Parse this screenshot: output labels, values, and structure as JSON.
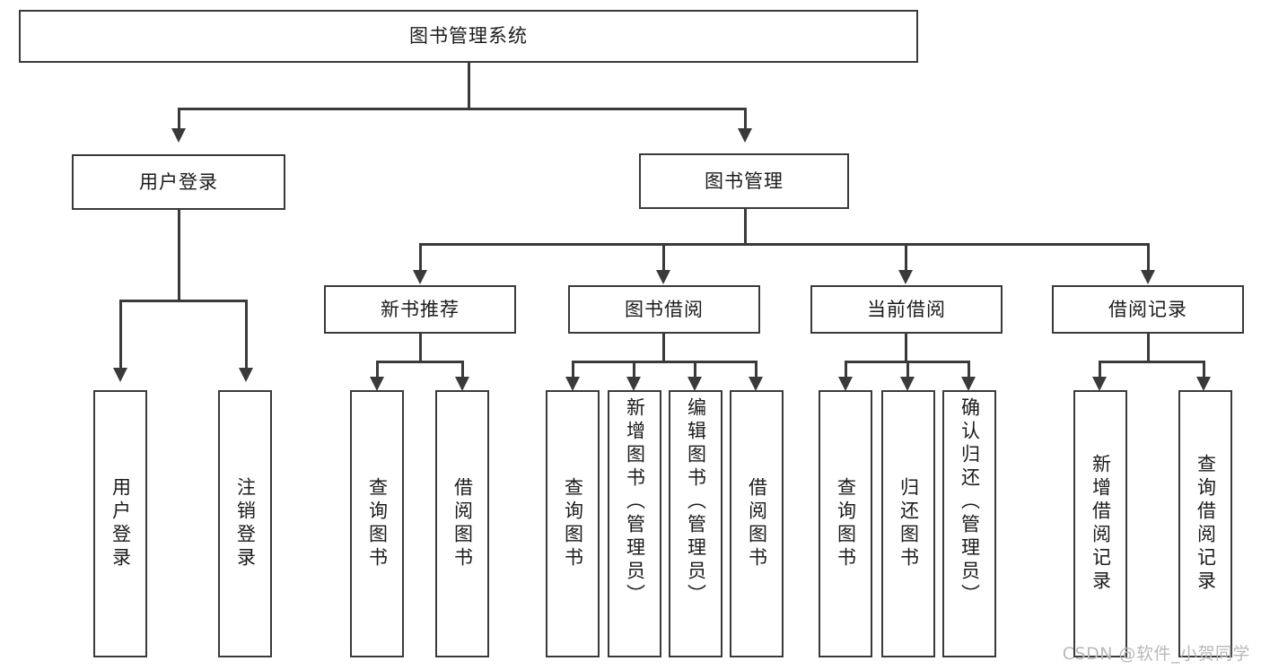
{
  "diagram": {
    "title": "图书管理系统",
    "root": {
      "label": "图书管理系统"
    },
    "level2": [
      {
        "label": "用户登录"
      },
      {
        "label": "图书管理"
      }
    ],
    "level3": [
      {
        "label": "新书推荐"
      },
      {
        "label": "图书借阅"
      },
      {
        "label": "当前借阅"
      },
      {
        "label": "借阅记录"
      }
    ],
    "leaves": {
      "user_login": [
        {
          "label": "用户登录"
        },
        {
          "label": "注销登录"
        }
      ],
      "new_book_recommend": [
        {
          "label": "查询图书"
        },
        {
          "label": "借阅图书"
        }
      ],
      "book_borrow": [
        {
          "label": "查询图书"
        },
        {
          "label": "新增图书（管理员）"
        },
        {
          "label": "编辑图书（管理员）"
        },
        {
          "label": "借阅图书"
        }
      ],
      "current_borrow": [
        {
          "label": "查询图书"
        },
        {
          "label": "归还图书"
        },
        {
          "label": "确认归还（管理员）"
        }
      ],
      "borrow_record": [
        {
          "label": "新增借阅记录"
        },
        {
          "label": "查询借阅记录"
        }
      ]
    }
  },
  "watermark": {
    "text": "CSDN @软件_小贺同学"
  },
  "colors": {
    "stroke": "#3a3a3a",
    "fill": "#ffffff",
    "text": "#1b1b1b",
    "watermark": "#b9b9b9"
  }
}
